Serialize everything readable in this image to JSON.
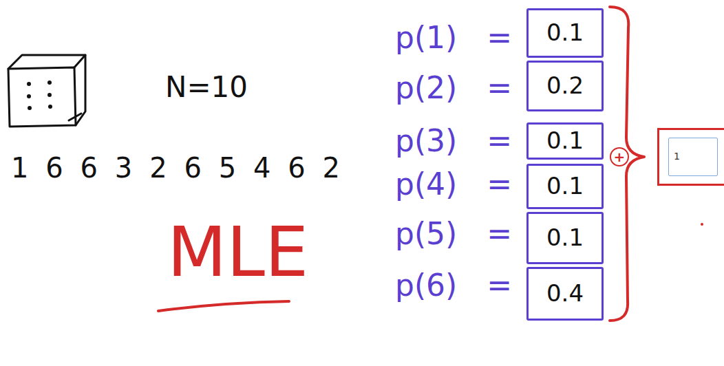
{
  "diagram": {
    "nodes": [
      {
        "text": [
          "0.1"
        ]
      },
      {
        "text": [
          "0.2"
        ]
      },
      {
        "text": [
          "0.1"
        ]
      },
      {
        "text": [
          "0.1"
        ]
      },
      {
        "text": [
          "0.1"
        ]
      },
      {
        "text": [
          "0.4"
        ]
      },
      {
        "text": [
          "+"
        ]
      },
      {
        "text": [
          "1"
        ]
      }
    ],
    "labels": [
      "N=10",
      "1 6 6 3 2 6 5 4 6 2",
      "MLE",
      "p(1) =",
      "p(2) =",
      "p(3) =",
      "p(4) =",
      "p(5) =",
      "p(6) ="
    ]
  }
}
